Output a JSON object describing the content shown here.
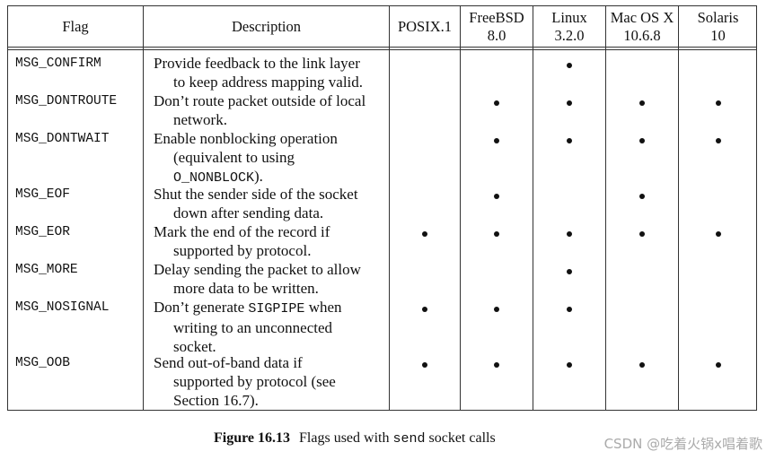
{
  "header": {
    "flag": "Flag",
    "description": "Description",
    "platforms": [
      {
        "line1": "POSIX.1",
        "line2": ""
      },
      {
        "line1": "FreeBSD",
        "line2": "8.0"
      },
      {
        "line1": "Linux",
        "line2": "3.2.0"
      },
      {
        "line1": "Mac OS X",
        "line2": "10.6.8"
      },
      {
        "line1": "Solaris",
        "line2": "10"
      }
    ]
  },
  "rows": [
    {
      "flag": "MSG_CONFIRM",
      "desc": [
        [
          {
            "t": "Provide feedback to the link layer"
          }
        ],
        [
          {
            "t": "to keep address mapping valid."
          }
        ]
      ],
      "support": [
        false,
        false,
        true,
        false,
        false
      ]
    },
    {
      "flag": "MSG_DONTROUTE",
      "desc": [
        [
          {
            "t": "Don’t route packet outside of local"
          }
        ],
        [
          {
            "t": "network."
          }
        ]
      ],
      "support": [
        false,
        true,
        true,
        true,
        true
      ]
    },
    {
      "flag": "MSG_DONTWAIT",
      "desc": [
        [
          {
            "t": "Enable nonblocking operation"
          }
        ],
        [
          {
            "t": "(equivalent to using"
          }
        ],
        [
          {
            "t": "O_NONBLOCK",
            "m": true
          },
          {
            "t": ")."
          }
        ]
      ],
      "support": [
        false,
        true,
        true,
        true,
        true
      ]
    },
    {
      "flag": "MSG_EOF",
      "desc": [
        [
          {
            "t": "Shut the sender side of the socket"
          }
        ],
        [
          {
            "t": "down after sending data."
          }
        ]
      ],
      "support": [
        false,
        true,
        false,
        true,
        false
      ]
    },
    {
      "flag": "MSG_EOR",
      "desc": [
        [
          {
            "t": "Mark the end of the record if"
          }
        ],
        [
          {
            "t": "supported by protocol."
          }
        ]
      ],
      "support": [
        true,
        true,
        true,
        true,
        true
      ]
    },
    {
      "flag": "MSG_MORE",
      "desc": [
        [
          {
            "t": "Delay sending the packet to allow"
          }
        ],
        [
          {
            "t": "more data to be written."
          }
        ]
      ],
      "support": [
        false,
        false,
        true,
        false,
        false
      ]
    },
    {
      "flag": "MSG_NOSIGNAL",
      "desc": [
        [
          {
            "t": "Don’t generate "
          },
          {
            "t": "SIGPIPE",
            "m": true
          },
          {
            "t": " when"
          }
        ],
        [
          {
            "t": "writing to an unconnected"
          }
        ],
        [
          {
            "t": "socket."
          }
        ]
      ],
      "support": [
        true,
        true,
        true,
        false,
        false
      ]
    },
    {
      "flag": "MSG_OOB",
      "desc": [
        [
          {
            "t": "Send out-of-band data if"
          }
        ],
        [
          {
            "t": "supported by protocol (see"
          }
        ],
        [
          {
            "t": "Section 16.7)."
          }
        ]
      ],
      "support": [
        true,
        true,
        true,
        true,
        true
      ]
    }
  ],
  "caption": {
    "label": "Figure 16.13",
    "text_before": "Flags used with ",
    "code": "send",
    "text_after": " socket calls"
  },
  "watermark": "CSDN @吃着火锅x唱着歌"
}
